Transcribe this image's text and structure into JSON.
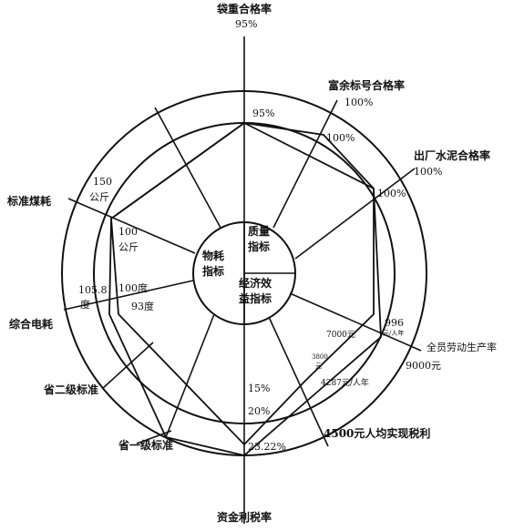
{
  "axes": {
    "bag_weight": {
      "name": "袋重合格率",
      "value": "95%"
    },
    "rich_label": {
      "name": "富余标号合格率",
      "value": "100%"
    },
    "cement": {
      "name": "出厂水泥合格率",
      "value": "100%"
    },
    "labor": {
      "name": "全员劳动生产率",
      "outer": "9000元"
    },
    "tax": {
      "name": "4500元人均实现税利"
    },
    "fund": {
      "name": "资金利税率"
    },
    "power": {
      "name": "综合电耗"
    },
    "coal": {
      "name": "标准煤耗"
    }
  },
  "center": {
    "quality": "质量\n指标",
    "economic": "经济效\n益指标",
    "consumption": "物耗\n指标"
  },
  "legend": {
    "provincial_second": "省二级标准",
    "provincial_first": "省一级标准"
  },
  "values": {
    "bag_mid": "95%",
    "rich_mid": "100%",
    "cement_mid": "100%",
    "labor_996": "996",
    "labor_unit": "元/人年",
    "labor_7000": "7000元",
    "tax_3800": "3800",
    "tax_3800_unit": "元",
    "tax_4287": "4287元/人年",
    "fund_15": "15%",
    "fund_20": "20%",
    "fund_2322": "23.22%",
    "power_outer": "105.8\n度",
    "power_100": "100度",
    "power_93": "93度",
    "coal_outer": "150\n公斤",
    "coal_100": "100\n公斤"
  }
}
